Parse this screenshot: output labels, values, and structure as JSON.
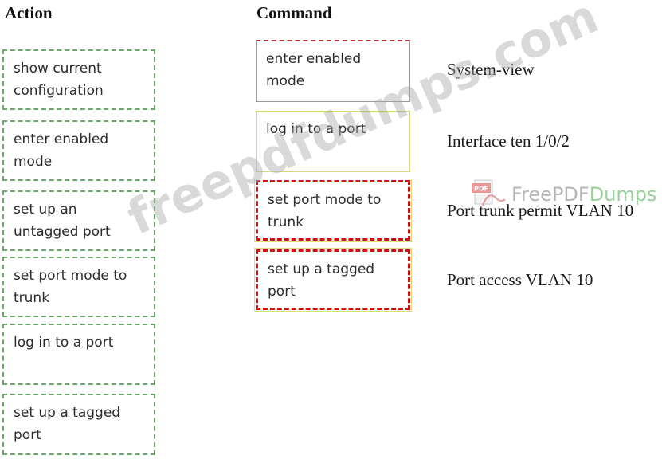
{
  "headings": {
    "action": "Action",
    "command": "Command"
  },
  "actions": [
    {
      "line1": "show current",
      "line2": "configuration"
    },
    {
      "line1": "enter enabled",
      "line2": "mode"
    },
    {
      "line1": "set up an",
      "line2": "untagged port"
    },
    {
      "line1": "set port mode to",
      "line2": "trunk"
    },
    {
      "line1": "log in to a port",
      "line2": ""
    },
    {
      "line1": "set up a tagged",
      "line2": "port"
    }
  ],
  "command_slots": [
    {
      "line1": "enter enabled",
      "line2": "mode"
    },
    {
      "line1": "log in to a port",
      "line2": ""
    },
    {
      "line1": "set port mode to",
      "line2": "trunk"
    },
    {
      "line1": "set up a tagged",
      "line2": "port"
    }
  ],
  "commands": [
    "System-view",
    "Interface ten 1/0/2",
    "Port trunk permit VLAN 10",
    "Port access VLAN 10"
  ],
  "watermark": {
    "text": "freepdfdumps.com",
    "brand_icon_label": "PDF",
    "brand_prefix": "Free",
    "brand_mid": "PDF",
    "brand_suffix": "Dumps"
  },
  "colors": {
    "green_dash": "#6aa86a",
    "red_dash": "#d01010",
    "yellow_border": "#d8d87a"
  }
}
